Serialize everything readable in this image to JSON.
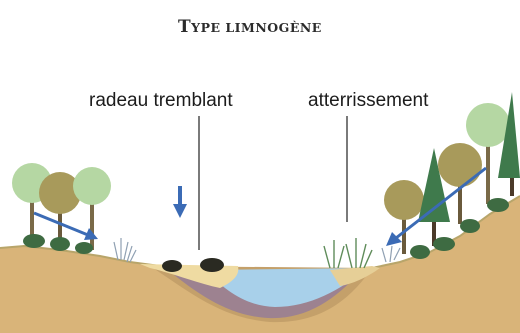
{
  "title": {
    "initial": "T",
    "rest": "YPE LIMNOGÈNE"
  },
  "labels": {
    "raft": "radeau tremblant",
    "infill": "atterrissement"
  },
  "colors": {
    "soil": "#d9b479",
    "soil_dark": "#a98a5e",
    "water": "#a8d0ea",
    "peat_beige": "#efdba2",
    "sediment": "#9d8290",
    "arrow_blue": "#3b6bb5",
    "tree_light": "#b5d7a3",
    "tree_olive": "#a89a5b",
    "conifer": "#3f7a4c",
    "bush_dark": "#3e6b42"
  },
  "icons": [
    "down-arrow-icon",
    "diagonal-arrow-icon",
    "tree-icon",
    "conifer-icon",
    "reed-icon",
    "shrub-icon"
  ]
}
